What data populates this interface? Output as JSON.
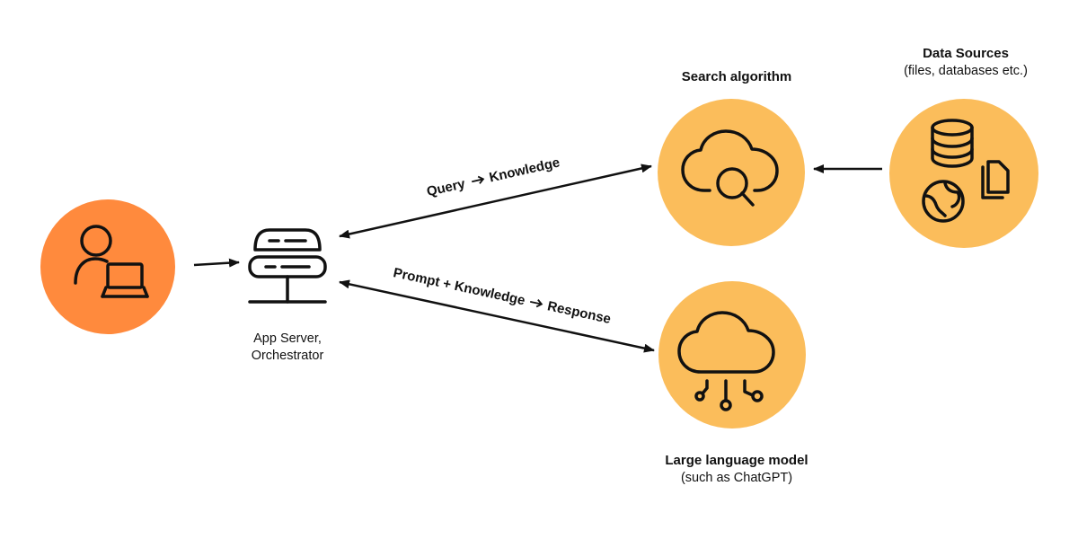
{
  "nodes": {
    "user": {
      "icon": "user-laptop-icon",
      "color": "#FF8A3D"
    },
    "server": {
      "icon": "server-stack-icon",
      "title": "App Server,",
      "subtitle": "Orchestrator"
    },
    "search": {
      "icon": "cloud-search-icon",
      "color": "#FBBD5B",
      "title": "Search algorithm"
    },
    "sources": {
      "icon": "database-globe-documents-icon",
      "color": "#FBBD5B",
      "title": "Data Sources",
      "subtitle": "(files, databases etc.)"
    },
    "llm": {
      "icon": "cloud-circuit-icon",
      "color": "#FBBD5B",
      "title": "Large language model",
      "subtitle": "(such as ChatGPT)"
    }
  },
  "edges": {
    "query": {
      "from": "server",
      "to": "search",
      "direction": "both",
      "label_left": "Query",
      "label_right": "Knowledge"
    },
    "prompt": {
      "from": "server",
      "to": "llm",
      "direction": "both",
      "label_left": "Prompt + Knowledge",
      "label_right": "Response"
    },
    "user_to_server": {
      "from": "user",
      "to": "server",
      "direction": "forward"
    },
    "sources_to_search": {
      "from": "sources",
      "to": "search",
      "direction": "forward"
    }
  }
}
